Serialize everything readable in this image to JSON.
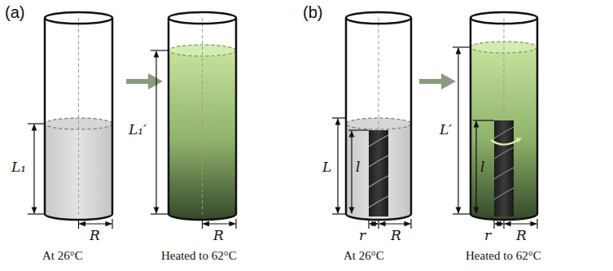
{
  "diagram": {
    "labels": [
      "(a)",
      "L₁",
      "R",
      "At 26°C",
      "L₁′",
      "R",
      "Heated to 62°C",
      "(b)",
      "L",
      "l",
      "r",
      "R",
      "At 26°C",
      "L′",
      "l",
      "r",
      "R",
      "Heated to 62°C"
    ]
  }
}
